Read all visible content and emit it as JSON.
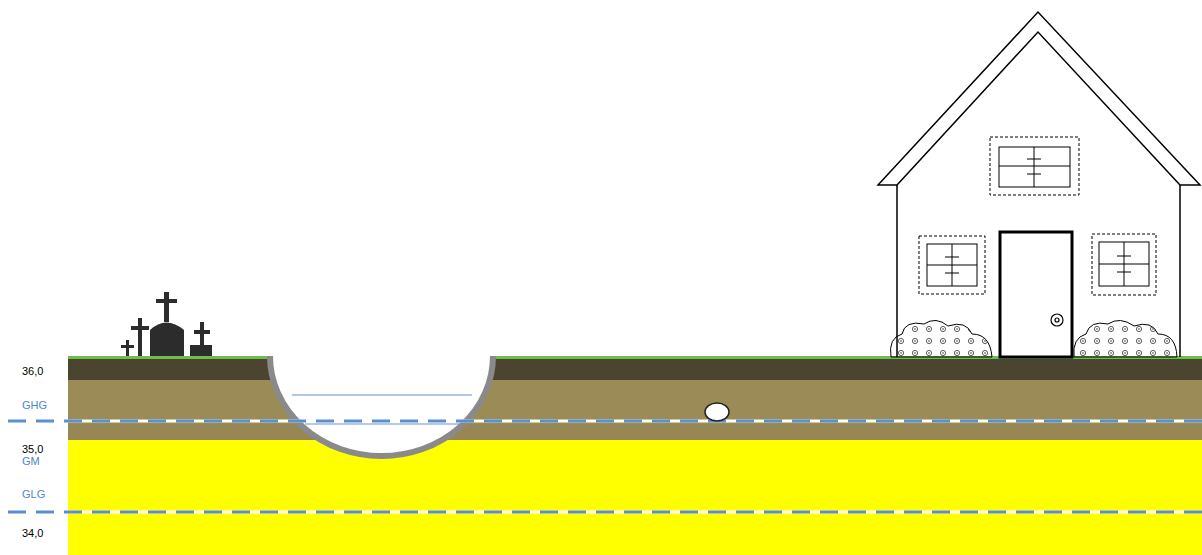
{
  "diagram": {
    "labels": [
      "36,0",
      "GHG",
      "35,0",
      "GM",
      "GLG",
      "34,0"
    ]
  }
}
